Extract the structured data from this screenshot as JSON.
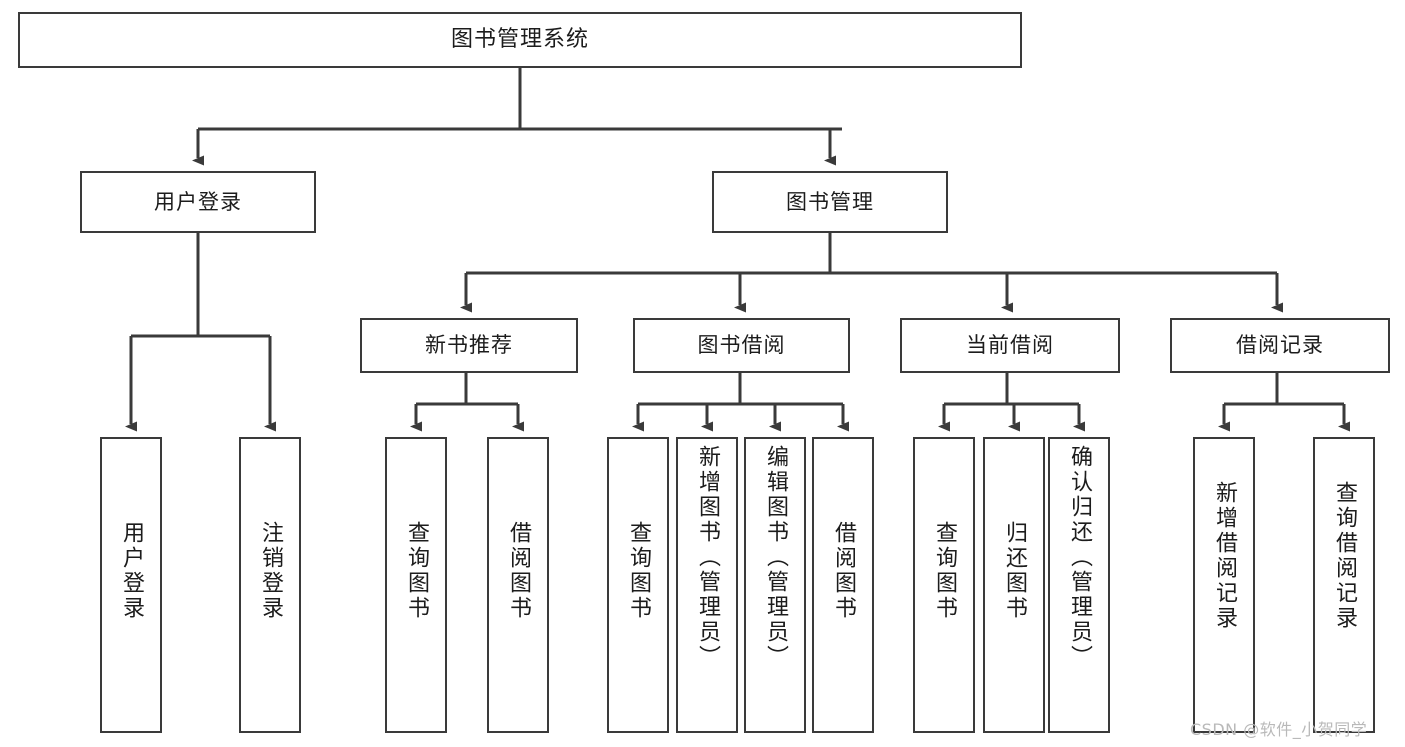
{
  "diagram": {
    "title": "图书管理系统",
    "watermark": "CSDN @软件_小贺同学",
    "line_color": "#3a3a3a",
    "text_color": "#1c1c1c",
    "background": "#ffffff",
    "nodes": {
      "root": "图书管理系统",
      "user_login": "用户登录",
      "book_manage": "图书管理",
      "new_book_rec": "新书推荐",
      "book_borrow": "图书借阅",
      "current_borrow": "当前借阅",
      "borrow_record": "借阅记录",
      "leaf_user_login": "用户登录",
      "leaf_logout": "注销登录",
      "leaf_rec_query": "查询图书",
      "leaf_rec_borrow": "借阅图书",
      "leaf_borrow_query": "查询图书",
      "leaf_add_book": "新增图书（管理员）",
      "leaf_edit_book": "编辑图书（管理员）",
      "leaf_borrow_book": "借阅图书",
      "leaf_cur_query": "查询图书",
      "leaf_return_book": "归还图书",
      "leaf_confirm_return": "确认归还（管理员）",
      "leaf_add_record": "新增借阅记录",
      "leaf_query_record": "查询借阅记录"
    }
  }
}
